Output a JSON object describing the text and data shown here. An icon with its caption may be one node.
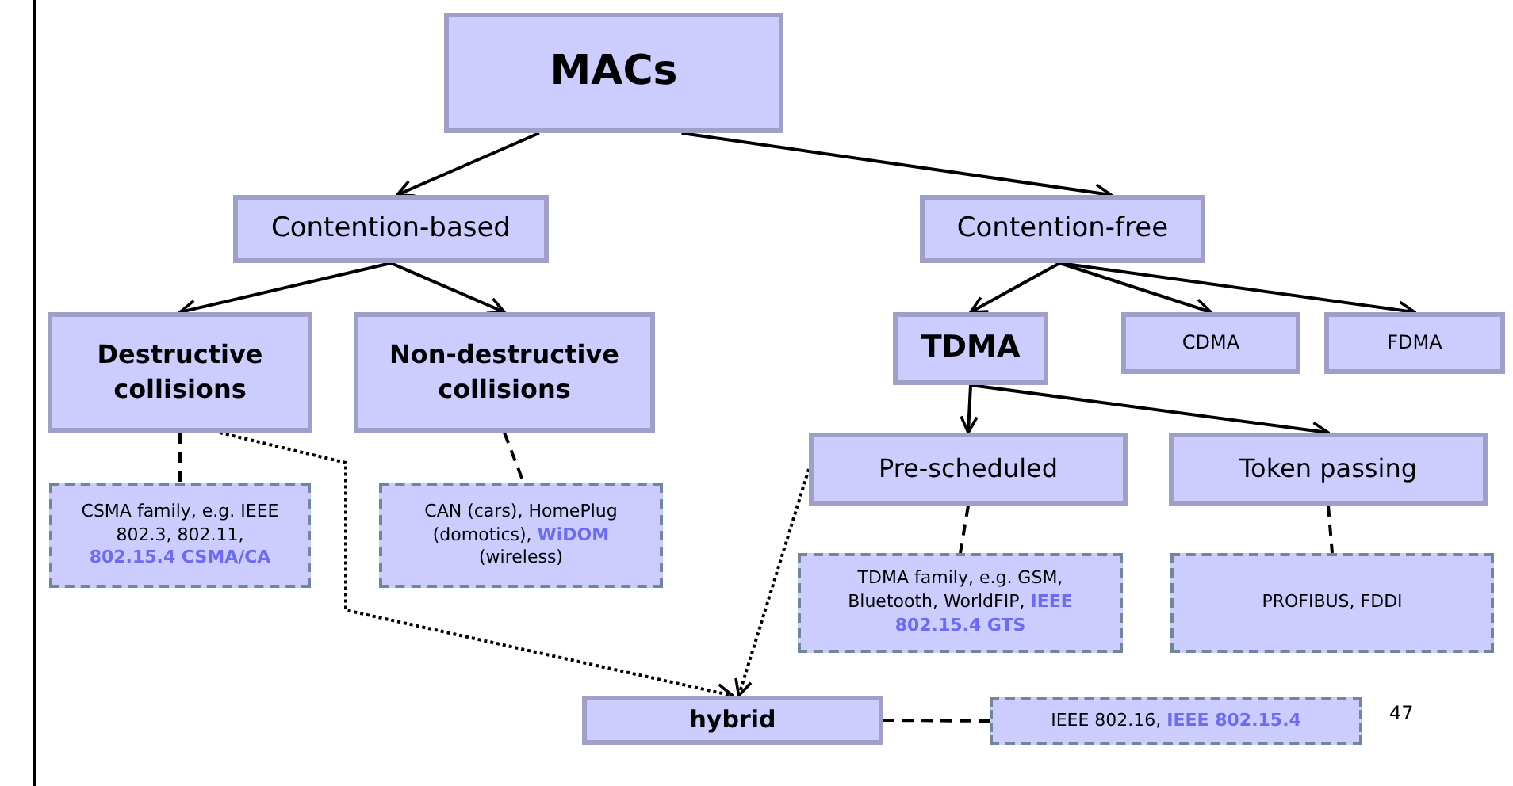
{
  "diagram": {
    "nodes": [
      {
        "text": [
          "MACs"
        ]
      },
      {
        "text": [
          "Contention-based"
        ]
      },
      {
        "text": [
          "Contention-free"
        ]
      },
      {
        "text": [
          "Destructive collisions"
        ]
      },
      {
        "text": [
          "Non-destructive collisions"
        ]
      },
      {
        "text": [
          "TDMA"
        ]
      },
      {
        "text": [
          "CDMA"
        ]
      },
      {
        "text": [
          "FDMA"
        ]
      },
      {
        "text": [
          "Pre-scheduled"
        ]
      },
      {
        "text": [
          "Token passing"
        ]
      },
      {
        "text": [
          "CSMA family, e.g. IEEE 802.3, 802.11, **802.15.4 CSMA/CA**"
        ]
      },
      {
        "text": [
          "CAN (cars), HomePlug (domotics), **WiDOM** (wireless)"
        ]
      },
      {
        "text": [
          "TDMA family, e.g. GSM, Bluetooth, WorldFIP, **IEEE 802.15.4 GTS**"
        ]
      },
      {
        "text": [
          "PROFIBUS, FDDI"
        ]
      },
      {
        "text": [
          "hybrid"
        ]
      },
      {
        "text": [
          "IEEE 802.16, **IEEE 802.15.4**"
        ]
      }
    ],
    "edges": [
      {
        "from": 0,
        "to": 1,
        "arrow": "to"
      },
      {
        "from": 0,
        "to": 2,
        "arrow": "to"
      },
      {
        "from": 1,
        "to": 3,
        "arrow": "to"
      },
      {
        "from": 1,
        "to": 4,
        "arrow": "to"
      },
      {
        "from": 2,
        "to": 5,
        "arrow": "to"
      },
      {
        "from": 2,
        "to": 6,
        "arrow": "to"
      },
      {
        "from": 2,
        "to": 7,
        "arrow": "to"
      },
      {
        "from": 5,
        "to": 8,
        "arrow": "to"
      },
      {
        "from": 5,
        "to": 9,
        "arrow": "to"
      },
      {
        "from": 3,
        "to": 10,
        "arrow": "none",
        "style": "dashed"
      },
      {
        "from": 4,
        "to": 11,
        "arrow": "none",
        "style": "dashed"
      },
      {
        "from": 8,
        "to": 12,
        "arrow": "none",
        "style": "dashed"
      },
      {
        "from": 9,
        "to": 13,
        "arrow": "none",
        "style": "dashed"
      },
      {
        "from": 3,
        "to": 14,
        "arrow": "to",
        "style": "dashed"
      },
      {
        "from": 8,
        "to": 14,
        "arrow": "to",
        "style": "dashed"
      },
      {
        "from": 14,
        "to": 15,
        "arrow": "none",
        "style": "dashed"
      }
    ],
    "labels": [
      "47"
    ]
  }
}
